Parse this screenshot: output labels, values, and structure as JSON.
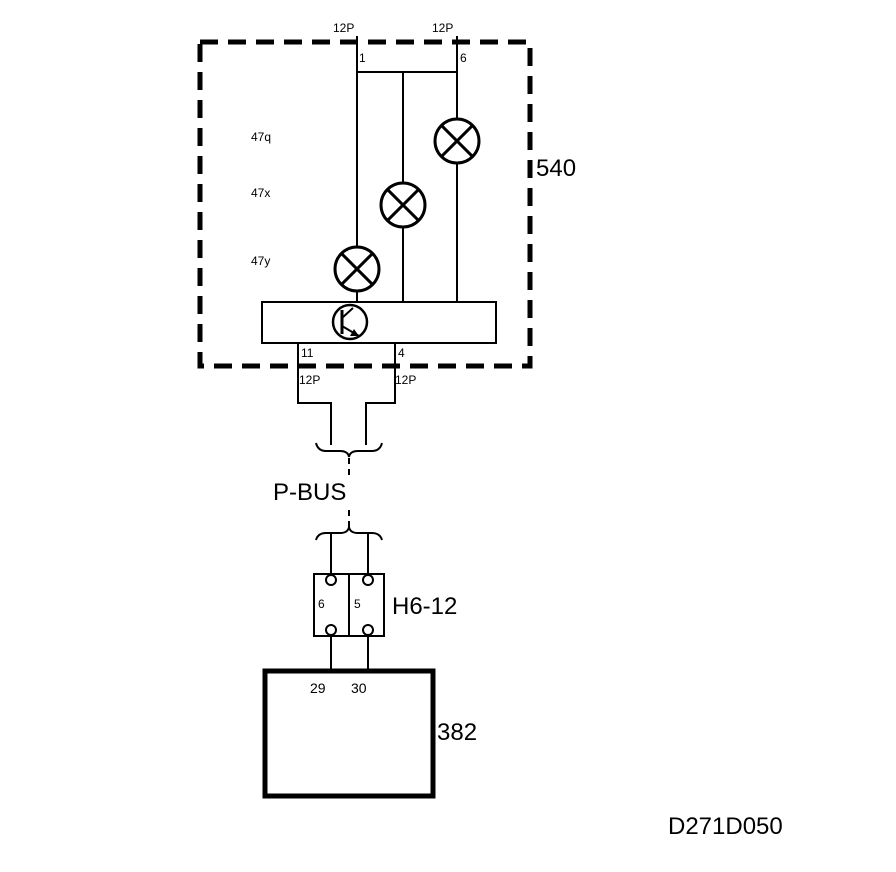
{
  "module_540": {
    "id": "540",
    "top_connectors": [
      {
        "type": "12P",
        "pin": "1"
      },
      {
        "type": "12P",
        "pin": "6"
      }
    ],
    "lamps": [
      "47q",
      "47x",
      "47y"
    ],
    "bottom_connectors": [
      {
        "type": "12P",
        "pin": "11"
      },
      {
        "type": "12P",
        "pin": "4"
      }
    ]
  },
  "bus": {
    "label": "P-BUS"
  },
  "connector_h6_12": {
    "id": "H6-12",
    "pins": [
      "6",
      "5"
    ]
  },
  "module_382": {
    "id": "382",
    "pins": [
      "29",
      "30"
    ]
  },
  "diagram_code": "D271D050"
}
